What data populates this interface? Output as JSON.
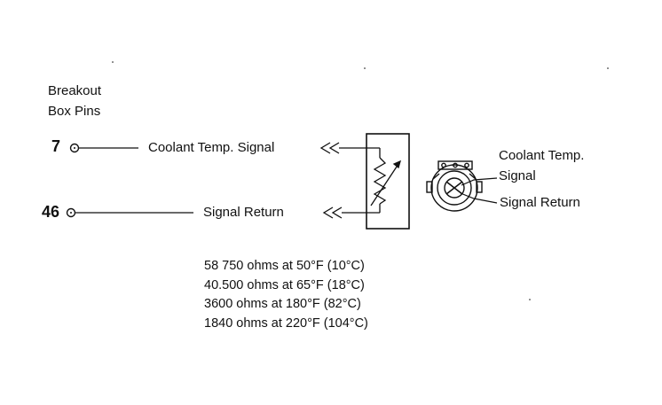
{
  "header": {
    "line1": "Breakout",
    "line2": "Box Pins"
  },
  "pins": [
    {
      "number": "7",
      "label": "Coolant Temp. Signal"
    },
    {
      "number": "46",
      "label": "Signal Return"
    }
  ],
  "sensor": {
    "title": "Coolant Temp.",
    "signal_label": "Signal",
    "return_label": "Signal Return"
  },
  "resistance_table": [
    "58 750 ohms at 50°F (10°C)",
    "40.500 ohms at 65°F (18°C)",
    "3600 ohms at 180°F (82°C)",
    "1840 ohms at 220°F (104°C)"
  ],
  "icons": [
    "pin-terminal-icon",
    "connector-arrow-icon",
    "variable-resistor-icon",
    "sensor-icon"
  ]
}
